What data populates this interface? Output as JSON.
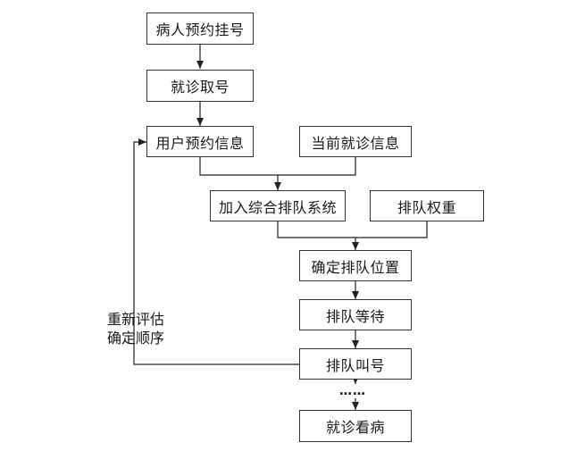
{
  "nodes": {
    "register": "病人预约挂号",
    "take_number": "就诊取号",
    "user_info": "用户预约信息",
    "current_info": "当前就诊信息",
    "join_queue": "加入综合排队系统",
    "queue_weight": "排队权重",
    "confirm_position": "确定排队位置",
    "waiting": "排队等待",
    "calling": "排队叫号",
    "ellipsis": "……",
    "visit": "就诊看病"
  },
  "feedback_label": {
    "line1": "重新评估",
    "line2": "确定顺序"
  }
}
